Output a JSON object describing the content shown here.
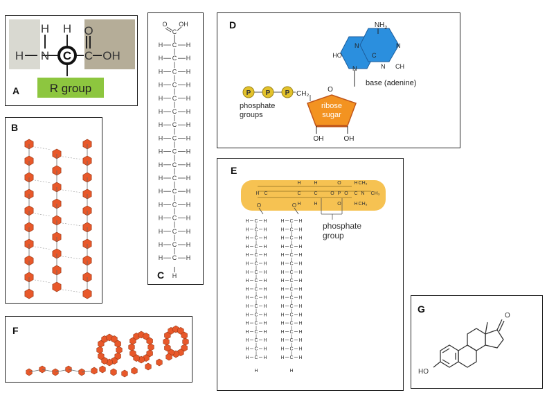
{
  "panels": {
    "A": {
      "label": "A",
      "atoms": {
        "h_amine": "H",
        "h_alpha": "H",
        "h_left": "H",
        "nitrogen": "N",
        "carbon": "C",
        "oxygen": "O",
        "hydroxyl": "OH"
      },
      "r_group": "R group"
    },
    "B": {
      "label": "B"
    },
    "C": {
      "label": "C",
      "top_o": "O",
      "top_oh": "OH",
      "top_c": "C",
      "chain_h": "H",
      "chain_c": "C",
      "end_h": "H"
    },
    "D": {
      "label": "D",
      "nh2": "NH",
      "nh2_sub": "2",
      "ho": "HO",
      "n": "N",
      "c": "C",
      "ch": "CH",
      "base_caption": "base (adenine)",
      "phosphate": "P",
      "ch2": "CH₂",
      "ring_o": "O",
      "sugar_line1": "ribose",
      "sugar_line2": "sugar",
      "phosphate_line1": "phosphate",
      "phosphate_line2": "groups",
      "oh": "OH"
    },
    "E": {
      "label": "E",
      "phosphate_line1": "phosphate",
      "phosphate_line2": "group",
      "h": "H",
      "c": "C",
      "o": "O",
      "p": "P",
      "n": "N",
      "ch3": "CH₃"
    },
    "F": {
      "label": "F"
    },
    "G": {
      "label": "G",
      "ketone_o": "O",
      "ho": "HO"
    }
  },
  "colors": {
    "r_group_green": "#8dc63f",
    "panel_a_gray": "#d9d9d1",
    "panel_a_tan": "#b5ad98",
    "glucose_orange": "#e8582a",
    "phosphate_yellow": "#e3c22b",
    "ribose_orange": "#f39321",
    "adenine_blue": "#2b8fde",
    "lipid_head_yellow": "#f6c252"
  }
}
